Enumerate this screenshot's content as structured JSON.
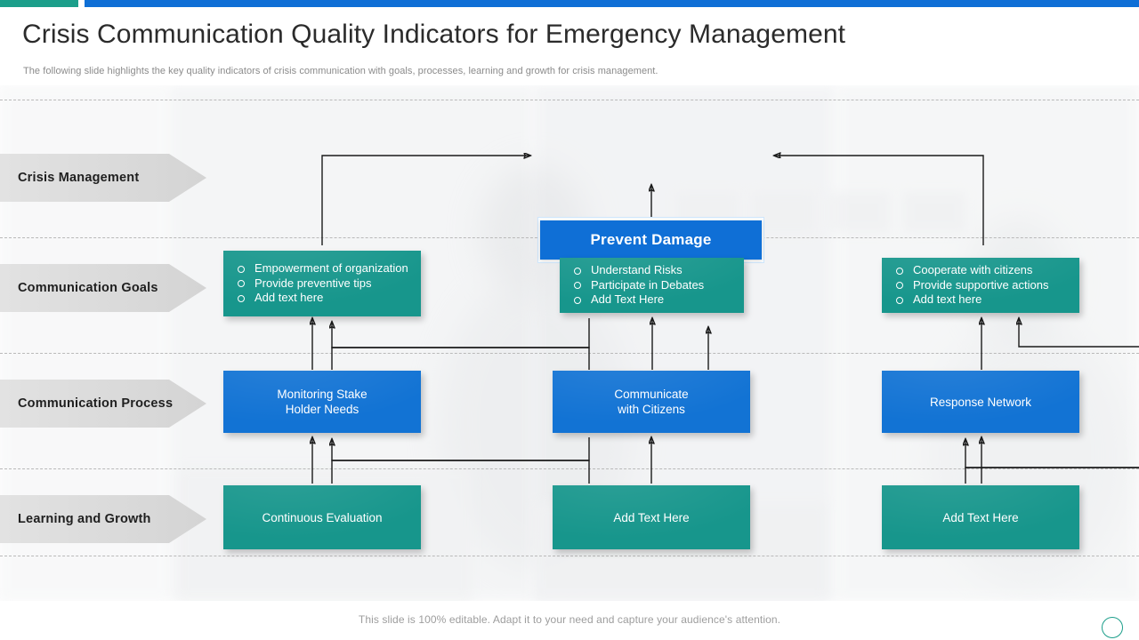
{
  "header": {
    "title": "Crisis Communication Quality Indicators for Emergency Management",
    "subtitle": "The following slide highlights the key quality indicators of crisis communication with goals, processes, learning and growth for crisis management."
  },
  "colors": {
    "accent_teal": "#1b9e8a",
    "accent_blue": "#0f6fd6",
    "node_teal": "#17968c",
    "node_blue": "#1273d4",
    "stage_gray": "#d9d9d9",
    "connector": "#1a1a1a"
  },
  "stages": [
    {
      "label": "Crisis  Management"
    },
    {
      "label": "Communication Goals"
    },
    {
      "label": "Communication Process"
    },
    {
      "label": "Learning and Growth"
    }
  ],
  "hero": {
    "label": "Prevent Damage"
  },
  "goals": [
    {
      "items": [
        "Empowerment of organization",
        "Provide preventive tips",
        "Add text here"
      ]
    },
    {
      "items": [
        "Understand Risks",
        "Participate in Debates",
        "Add Text Here"
      ]
    },
    {
      "items": [
        "Cooperate with citizens",
        "Provide supportive actions",
        "Add text here"
      ]
    }
  ],
  "process": [
    {
      "label": "Monitoring Stake\nHolder Needs"
    },
    {
      "label": "Communicate\nwith Citizens"
    },
    {
      "label": "Response Network"
    }
  ],
  "learning": [
    {
      "label": "Continuous Evaluation"
    },
    {
      "label": "Add Text Here"
    },
    {
      "label": "Add Text Here"
    }
  ],
  "footer": {
    "note": "This slide is 100% editable. Adapt it to your need and capture your audience's attention."
  }
}
